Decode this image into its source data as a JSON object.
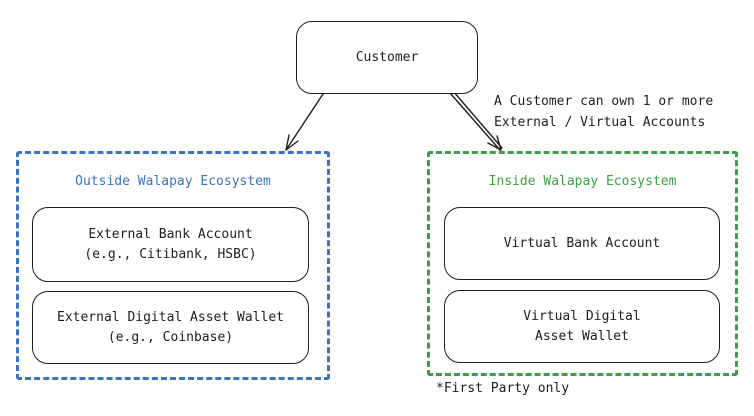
{
  "customer": {
    "label": "Customer"
  },
  "ownership_note": "A Customer can own 1 or more\nExternal / Virtual Accounts",
  "outside_zone": {
    "title": "Outside Walapay Ecosystem",
    "color": "#3a74be",
    "items": [
      {
        "label": "External Bank Account\n(e.g., Citibank, HSBC)"
      },
      {
        "label": "External Digital Asset Wallet\n(e.g., Coinbase)"
      }
    ]
  },
  "inside_zone": {
    "title": "Inside Walapay Ecosystem",
    "color": "#3e9e43",
    "items": [
      {
        "label": "Virtual Bank Account"
      },
      {
        "label": "Virtual Digital\nAsset Wallet"
      }
    ]
  },
  "footnote": "*First Party only"
}
